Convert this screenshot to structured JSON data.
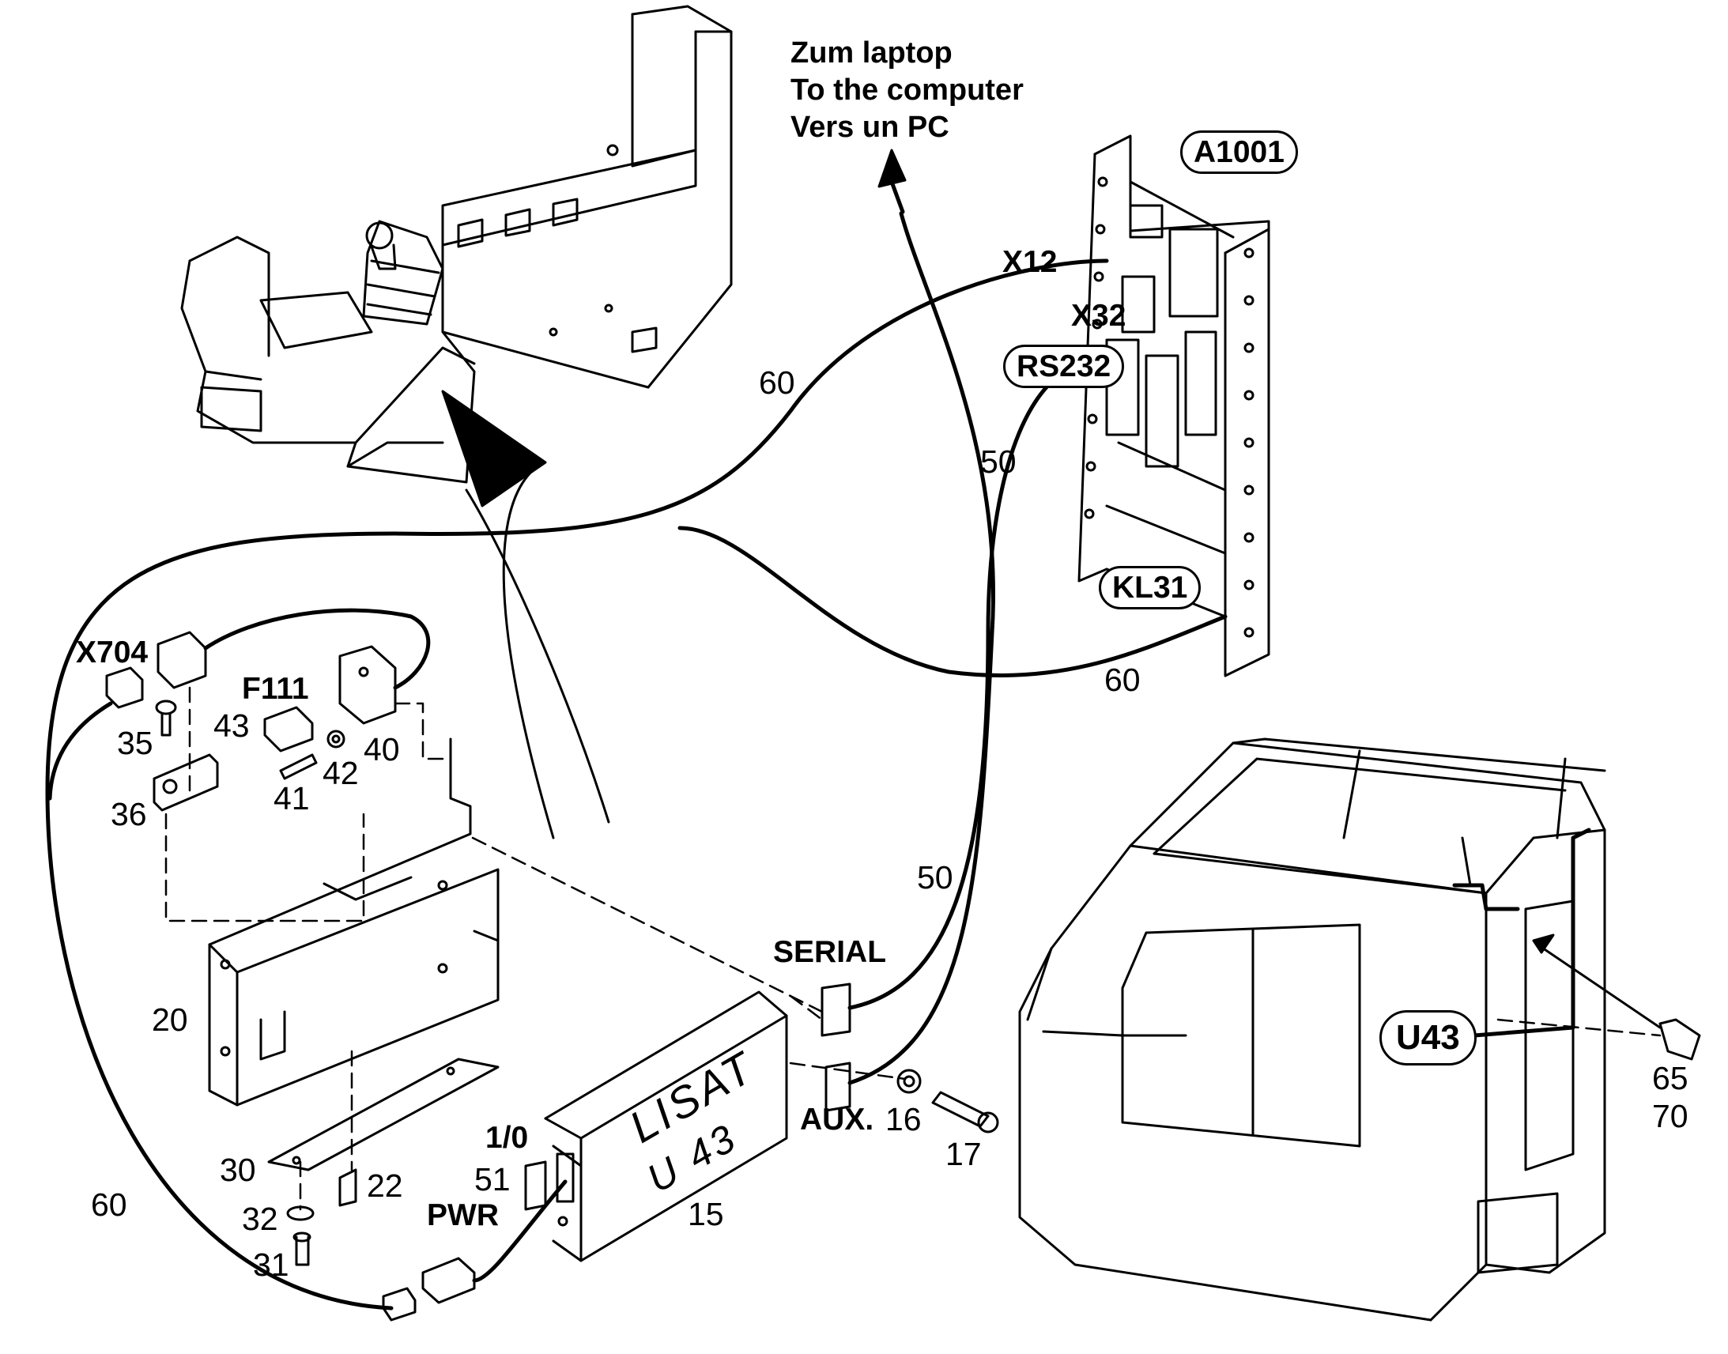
{
  "destination": {
    "de": "Zum laptop",
    "en": "To the computer",
    "fr": "Vers un PC"
  },
  "callouts": {
    "a1001": "A1001",
    "rs232": "RS232",
    "kl31": "KL31",
    "u43": "U43"
  },
  "labels": {
    "x12": "X12",
    "x32": "X32",
    "x704": "X704",
    "f111": "F111",
    "serial": "SERIAL",
    "aux": "AUX.",
    "io": "1/0",
    "pwr": "PWR"
  },
  "module": {
    "brand": "LISAT",
    "model": "U 43"
  },
  "parts": {
    "p15": "15",
    "p16": "16",
    "p17": "17",
    "p20": "20",
    "p22": "22",
    "p30": "30",
    "p31": "31",
    "p32": "32",
    "p35": "35",
    "p36": "36",
    "p40": "40",
    "p41": "41",
    "p42": "42",
    "p43": "43",
    "p50": "50",
    "p51": "51",
    "p60": "60",
    "p65": "65",
    "p70": "70"
  }
}
